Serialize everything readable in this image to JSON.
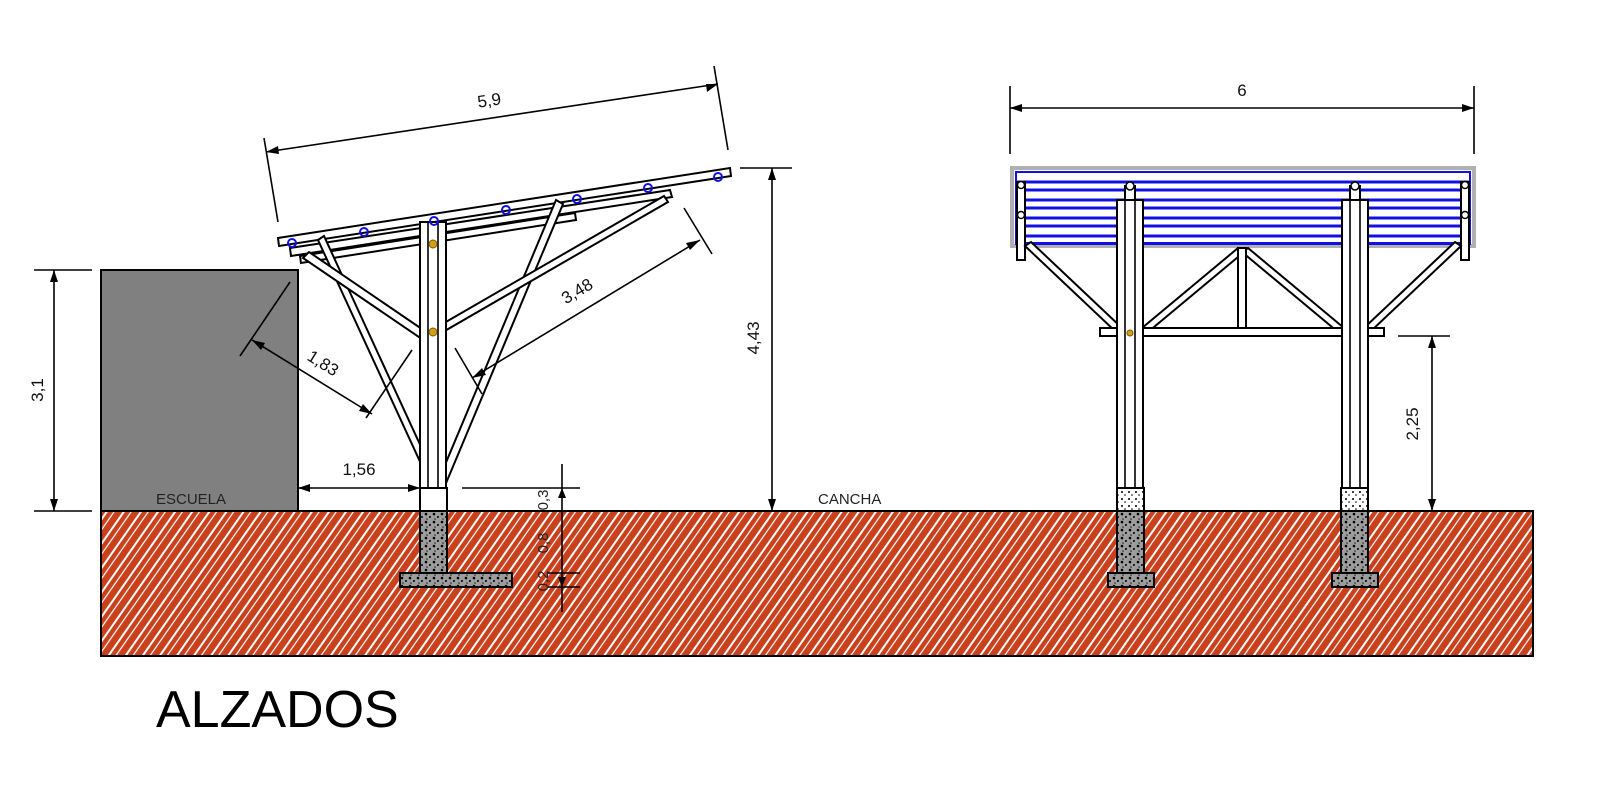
{
  "title": "ALZADOS",
  "labels": {
    "school": "ESCUELA",
    "court": "CANCHA"
  },
  "dimensions": {
    "roof_length": "5,9",
    "roof_width": "6",
    "total_height": "4,43",
    "wall_height": "3,1",
    "brace_length": "3,48",
    "brace_short": "1,83",
    "setback": "1,56",
    "pedestal": "0,3",
    "footing_depth": "0,8",
    "footing_base": "0,2",
    "clear_height": "2,25"
  },
  "colors": {
    "soil": "#c8401c",
    "wall": "#808080",
    "panel": "#1010e0",
    "line": "#000000"
  }
}
